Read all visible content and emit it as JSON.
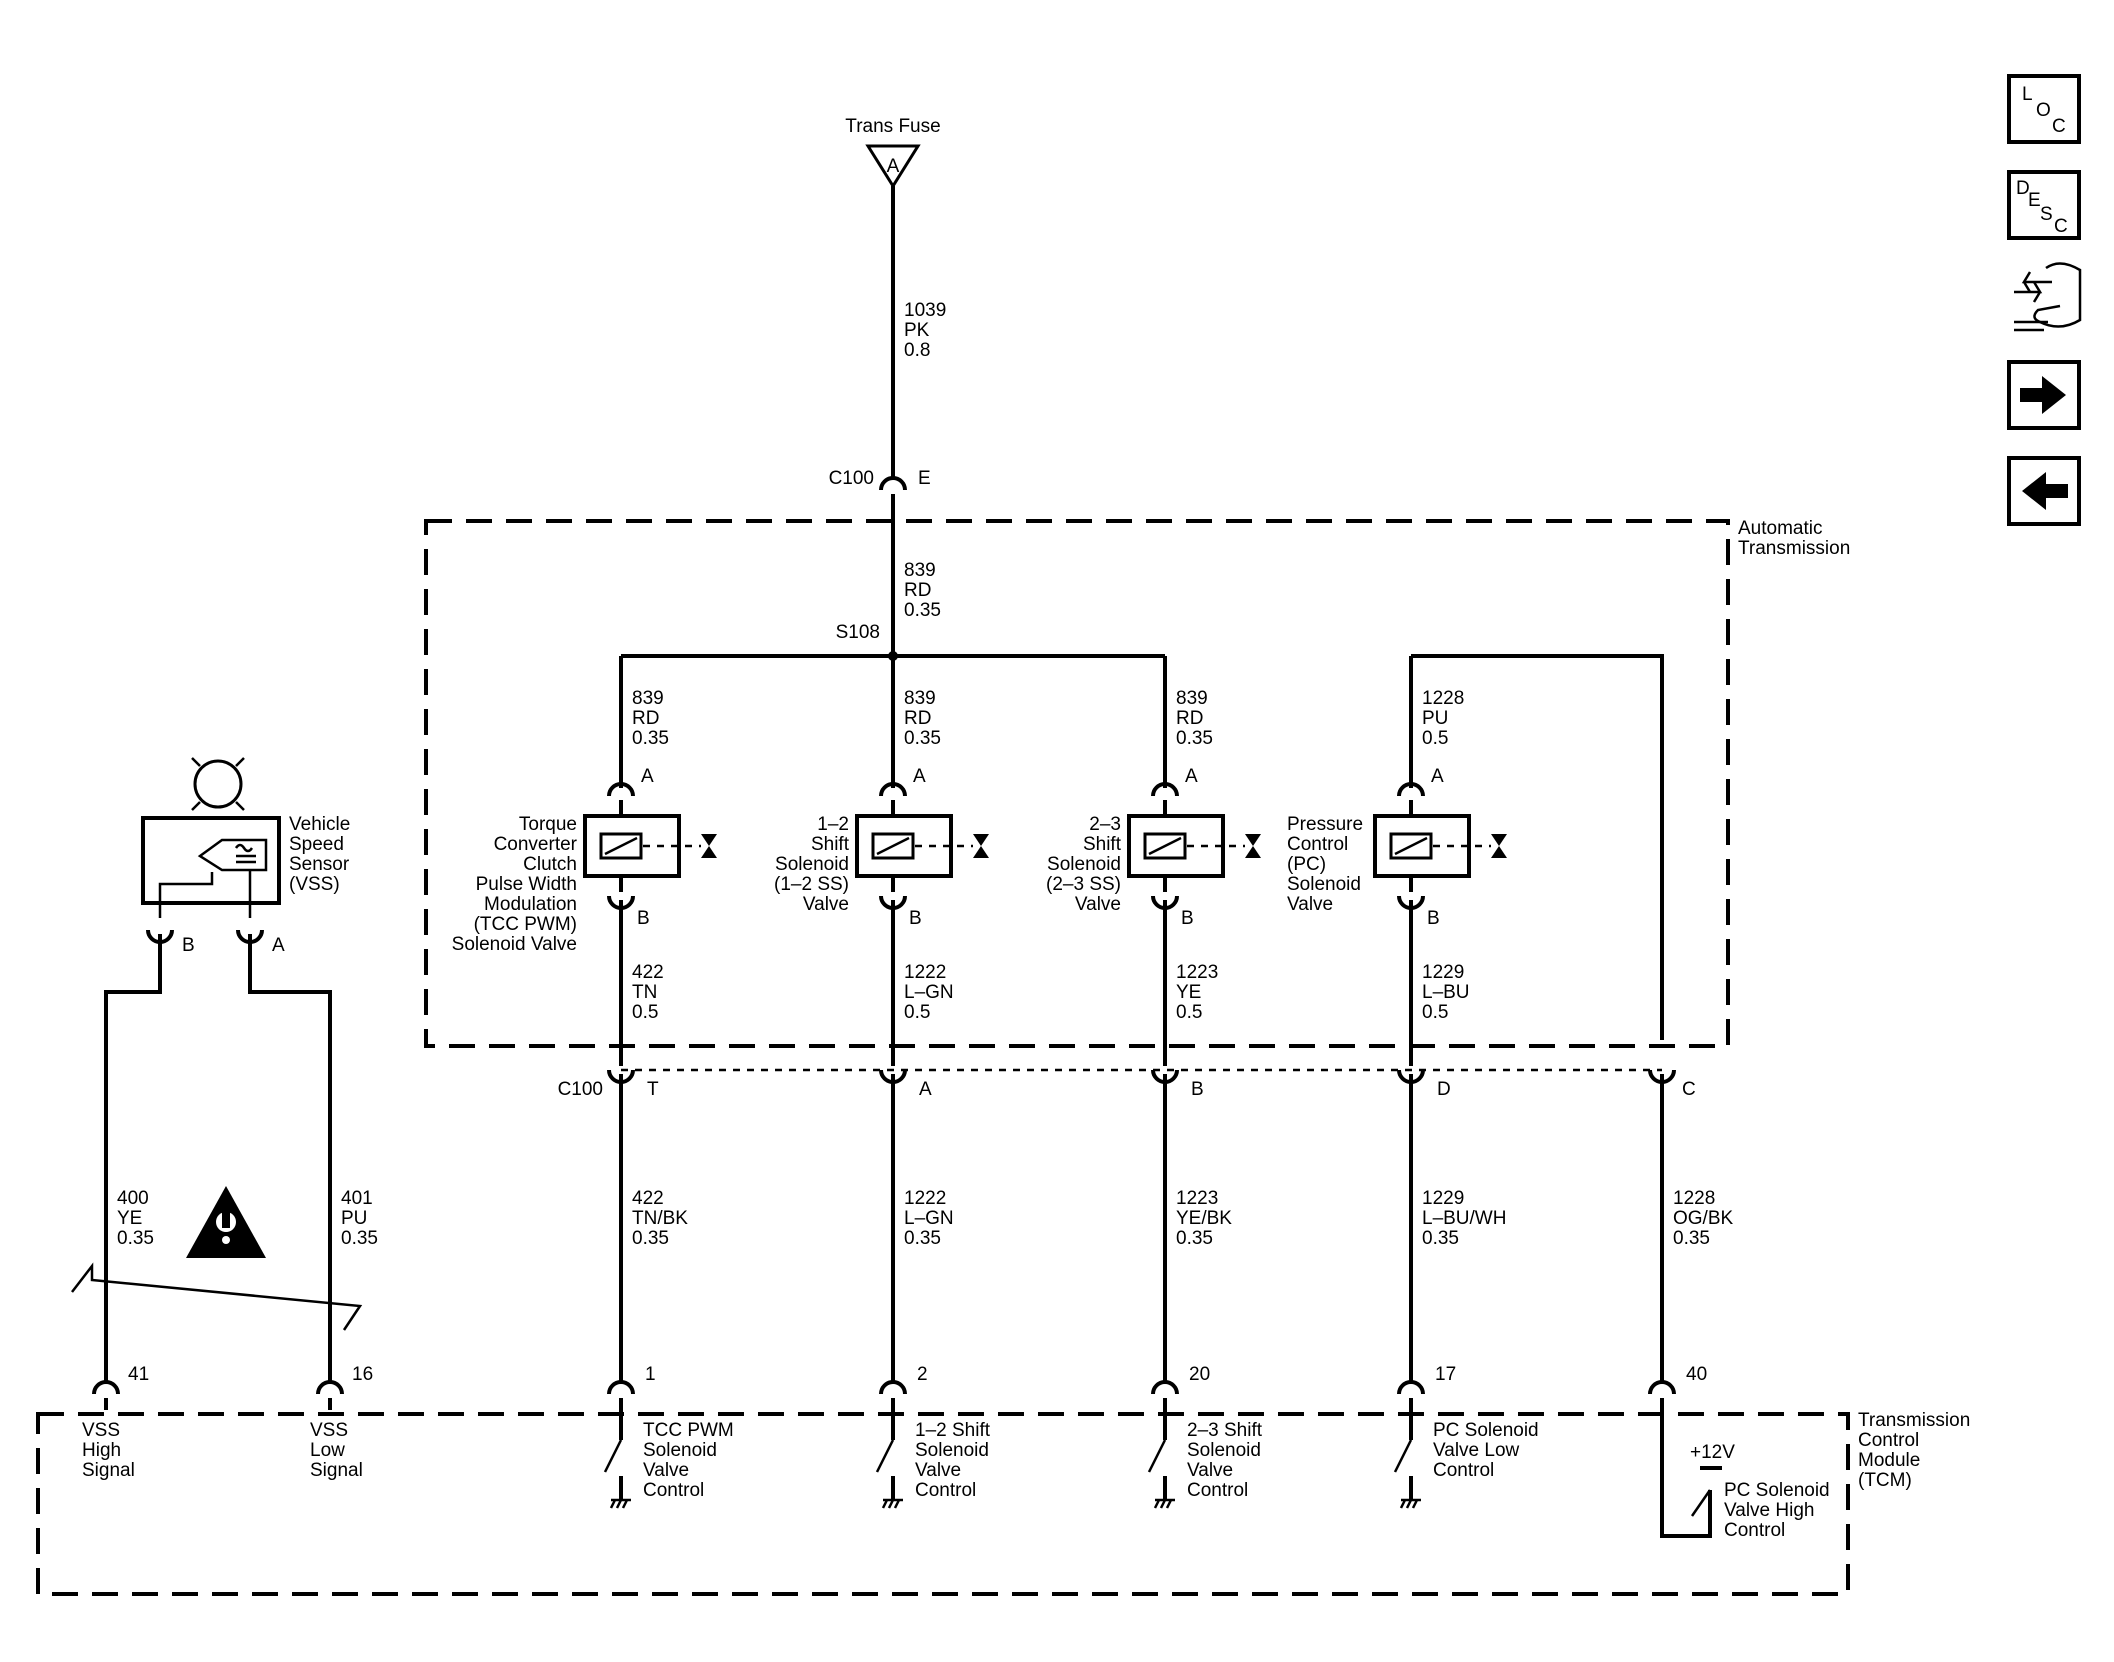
{
  "top_fuse": {
    "label": "Trans Fuse",
    "pin": "A"
  },
  "wire_top": {
    "circuit": "1039",
    "color": "PK",
    "size": "0.8"
  },
  "c100_top": {
    "connector": "C100",
    "pin": "E"
  },
  "wire_mid": {
    "circuit": "839",
    "color": "RD",
    "size": "0.35"
  },
  "splice": "S108",
  "trans_box_label": [
    "Automatic",
    "Transmission"
  ],
  "solenoids": [
    {
      "wire_in": [
        "839",
        "RD",
        "0.35"
      ],
      "pin_a": "A",
      "pin_b": "B",
      "name": [
        "Torque",
        "Converter",
        "Clutch",
        "Pulse Width",
        "Modulation",
        "(TCC PWM)",
        "Solenoid Valve"
      ],
      "wire_out": [
        "422",
        "TN",
        "0.5"
      ],
      "c100_pin": "T",
      "wire_tcm": [
        "422",
        "TN/BK",
        "0.35"
      ],
      "tcm_pin": "1",
      "tcm_label": [
        "TCC PWM",
        "Solenoid",
        "Valve",
        "Control"
      ]
    },
    {
      "wire_in": [
        "839",
        "RD",
        "0.35"
      ],
      "pin_a": "A",
      "pin_b": "B",
      "name": [
        "1–2",
        "Shift",
        "Solenoid",
        "(1–2 SS)",
        "Valve"
      ],
      "wire_out": [
        "1222",
        "L–GN",
        "0.5"
      ],
      "c100_pin": "A",
      "wire_tcm": [
        "1222",
        "L–GN",
        "0.35"
      ],
      "tcm_pin": "2",
      "tcm_label": [
        "1–2 Shift",
        "Solenoid",
        "Valve",
        "Control"
      ]
    },
    {
      "wire_in": [
        "839",
        "RD",
        "0.35"
      ],
      "pin_a": "A",
      "pin_b": "B",
      "name": [
        "2–3",
        "Shift",
        "Solenoid",
        "(2–3 SS)",
        "Valve"
      ],
      "wire_out": [
        "1223",
        "YE",
        "0.5"
      ],
      "c100_pin": "B",
      "wire_tcm": [
        "1223",
        "YE/BK",
        "0.35"
      ],
      "tcm_pin": "20",
      "tcm_label": [
        "2–3 Shift",
        "Solenoid",
        "Valve",
        "Control"
      ]
    },
    {
      "wire_in": [
        "1228",
        "PU",
        "0.5"
      ],
      "pin_a": "A",
      "pin_b": "B",
      "name": [
        "Pressure",
        "Control",
        "(PC)",
        "Solenoid",
        "Valve"
      ],
      "wire_out": [
        "1229",
        "L–BU",
        "0.5"
      ],
      "c100_pin": "D",
      "wire_tcm": [
        "1229",
        "L–BU/WH",
        "0.35"
      ],
      "tcm_pin": "17",
      "tcm_label": [
        "PC Solenoid",
        "Valve Low",
        "Control"
      ]
    }
  ],
  "c100_bottom_label": "C100",
  "high_ctrl": {
    "c100_pin": "C",
    "wire_tcm": [
      "1228",
      "OG/BK",
      "0.35"
    ],
    "tcm_pin": "40",
    "supply": "+12V",
    "tcm_label": [
      "PC Solenoid",
      "Valve High",
      "Control"
    ]
  },
  "vss": {
    "name": [
      "Vehicle",
      "Speed",
      "Sensor",
      "(VSS)"
    ],
    "pin_b": "B",
    "pin_a": "A",
    "wire_b": [
      "400",
      "YE",
      "0.35"
    ],
    "wire_a": [
      "401",
      "PU",
      "0.35"
    ],
    "tcm_pin_b": "41",
    "tcm_pin_a": "16",
    "tcm_label_b": [
      "VSS",
      "High",
      "Signal"
    ],
    "tcm_label_a": [
      "VSS",
      "Low",
      "Signal"
    ]
  },
  "tcm_label": [
    "Transmission",
    "Control",
    "Module",
    "(TCM)"
  ],
  "nav_icons": [
    {
      "icon": "loc-icon",
      "letters": [
        "L",
        "O",
        "C"
      ]
    },
    {
      "icon": "desc-icon",
      "letters": [
        "D",
        "E",
        "S",
        "C"
      ]
    },
    {
      "icon": "connector-hand-icon"
    },
    {
      "icon": "arrow-right-icon"
    },
    {
      "icon": "arrow-left-icon"
    }
  ]
}
